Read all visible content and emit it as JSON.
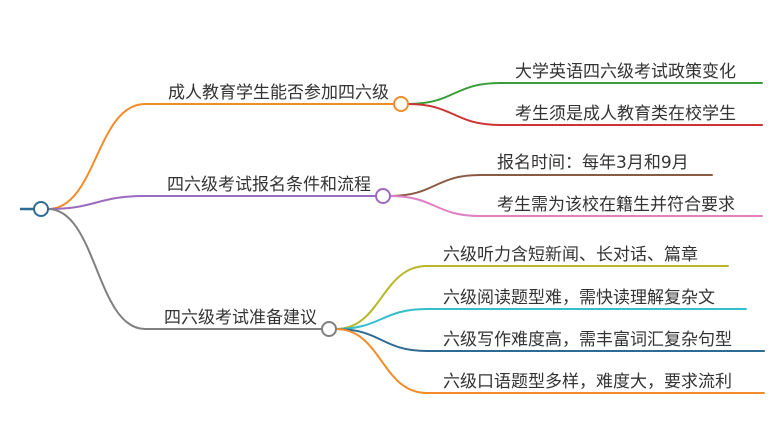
{
  "mindmap": {
    "root": {
      "label": "",
      "color": "#2e6b94"
    },
    "branches": [
      {
        "label": "成人教育学生能否参加四六级",
        "color": "#f28c28",
        "children": [
          {
            "label": "大学英语四六级考试政策变化",
            "color": "#3a9d3a"
          },
          {
            "label": "考生须是成人教育类在校学生",
            "color": "#cc3333"
          }
        ]
      },
      {
        "label": "四六级考试报名条件和流程",
        "color": "#9b6bbf",
        "children": [
          {
            "label": "报名时间：每年3月和9月",
            "color": "#8b5a42"
          },
          {
            "label": "考生需为该校在籍生并符合要求",
            "color": "#e07fc4"
          }
        ]
      },
      {
        "label": "四六级考试准备建议",
        "color": "#808080",
        "children": [
          {
            "label": "六级听力含短新闻、长对话、篇章",
            "color": "#b8b82a"
          },
          {
            "label": "六级阅读题型难，需快读理解复杂文",
            "color": "#33bfcc"
          },
          {
            "label": "六级写作难度高，需丰富词汇复杂句型",
            "color": "#2e6b94"
          },
          {
            "label": "六级口语题型多样，难度大，要求流利",
            "color": "#f28c28"
          }
        ]
      }
    ]
  }
}
